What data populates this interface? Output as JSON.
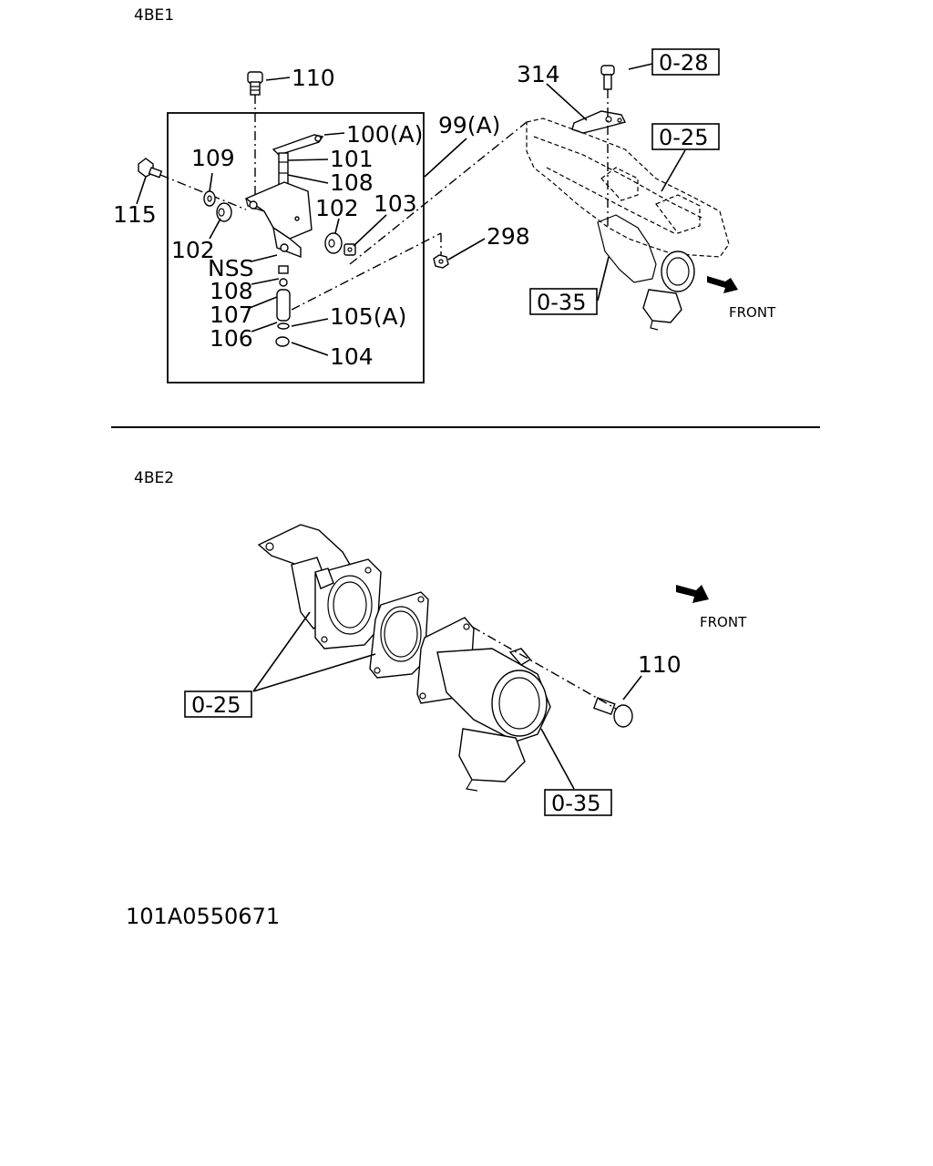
{
  "sections": {
    "top_label": "4BE1",
    "bottom_label": "4BE2"
  },
  "top": {
    "callouts": {
      "p110": "110",
      "p100a": "100(A)",
      "p99a": "99(A)",
      "p101": "101",
      "p108a": "108",
      "p109": "109",
      "p115": "115",
      "p102a": "102",
      "p102b": "102",
      "p103": "103",
      "pnss": "NSS",
      "p108b": "108",
      "p107": "107",
      "p106": "106",
      "p105a": "105(A)",
      "p104": "104",
      "p298": "298",
      "p314": "314"
    },
    "refs": {
      "r028": "0-28",
      "r025": "0-25",
      "r035": "0-35"
    },
    "front_label": "FRONT"
  },
  "bottom": {
    "callouts": {
      "p110": "110"
    },
    "refs": {
      "r025": "0-25",
      "r035": "0-35"
    },
    "front_label": "FRONT"
  },
  "drawing_code": "101A0550671"
}
